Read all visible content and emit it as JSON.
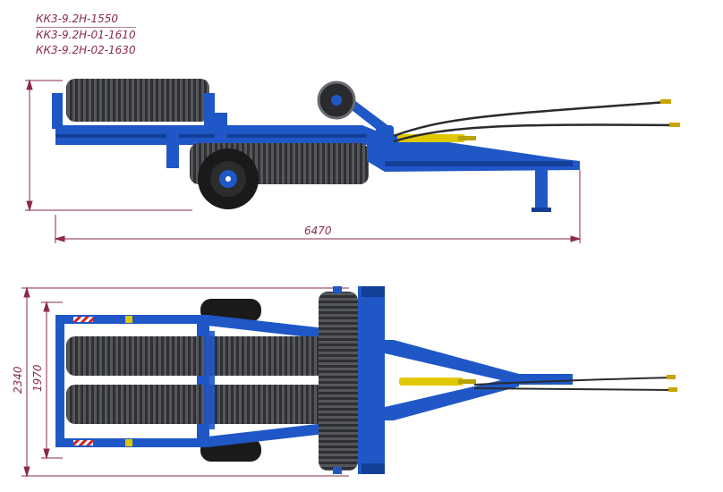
{
  "models": [
    "КК3-9.2Н-1550",
    "КК3-9.2Н-01-1610",
    "КК3-9.2Н-02-1630"
  ],
  "dimensions": {
    "length": "6470",
    "width_overall": "2340",
    "width_working": "1970"
  },
  "colors": {
    "frame_blue": "#1f57c7",
    "frame_blue_dark": "#143f99",
    "roller_grey": "#4a4c50",
    "roller_dark": "#2a2b2e",
    "tire_black": "#1a1a1a",
    "cylinder_yellow": "#e0c800",
    "dimension_line": "#8a2a4a"
  }
}
